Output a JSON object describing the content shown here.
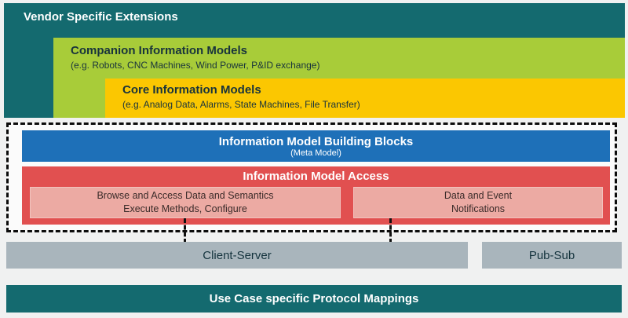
{
  "diagram": {
    "vendor_extensions": {
      "title": "Vendor Specific Extensions"
    },
    "companion_models": {
      "title": "Companion Information Models",
      "subtitle": "(e.g. Robots, CNC Machines, Wind Power, P&ID exchange)"
    },
    "core_models": {
      "title": "Core Information Models",
      "subtitle": "(e.g. Analog Data, Alarms, State Machines, File Transfer)"
    },
    "building_blocks": {
      "title": "Information Model Building Blocks",
      "subtitle": "(Meta Model)"
    },
    "model_access": {
      "title": "Information Model Access",
      "browse_box": {
        "line1": "Browse and Access Data and Semantics",
        "line2": "Execute Methods, Configure"
      },
      "notifications_box": {
        "line1": "Data and Event",
        "line2": "Notifications"
      }
    },
    "client_server": {
      "label": "Client-Server"
    },
    "pub_sub": {
      "label": "Pub-Sub"
    },
    "protocol_mappings": {
      "label": "Use Case specific Protocol Mappings"
    }
  },
  "colors": {
    "teal": "#146a6f",
    "lime": "#a8cc39",
    "yellow": "#fbc701",
    "blue": "#1e70b8",
    "red": "#e15050",
    "light_red": "#ecaaa3",
    "gray": "#a9b5bc",
    "background": "#f0f1f1"
  }
}
